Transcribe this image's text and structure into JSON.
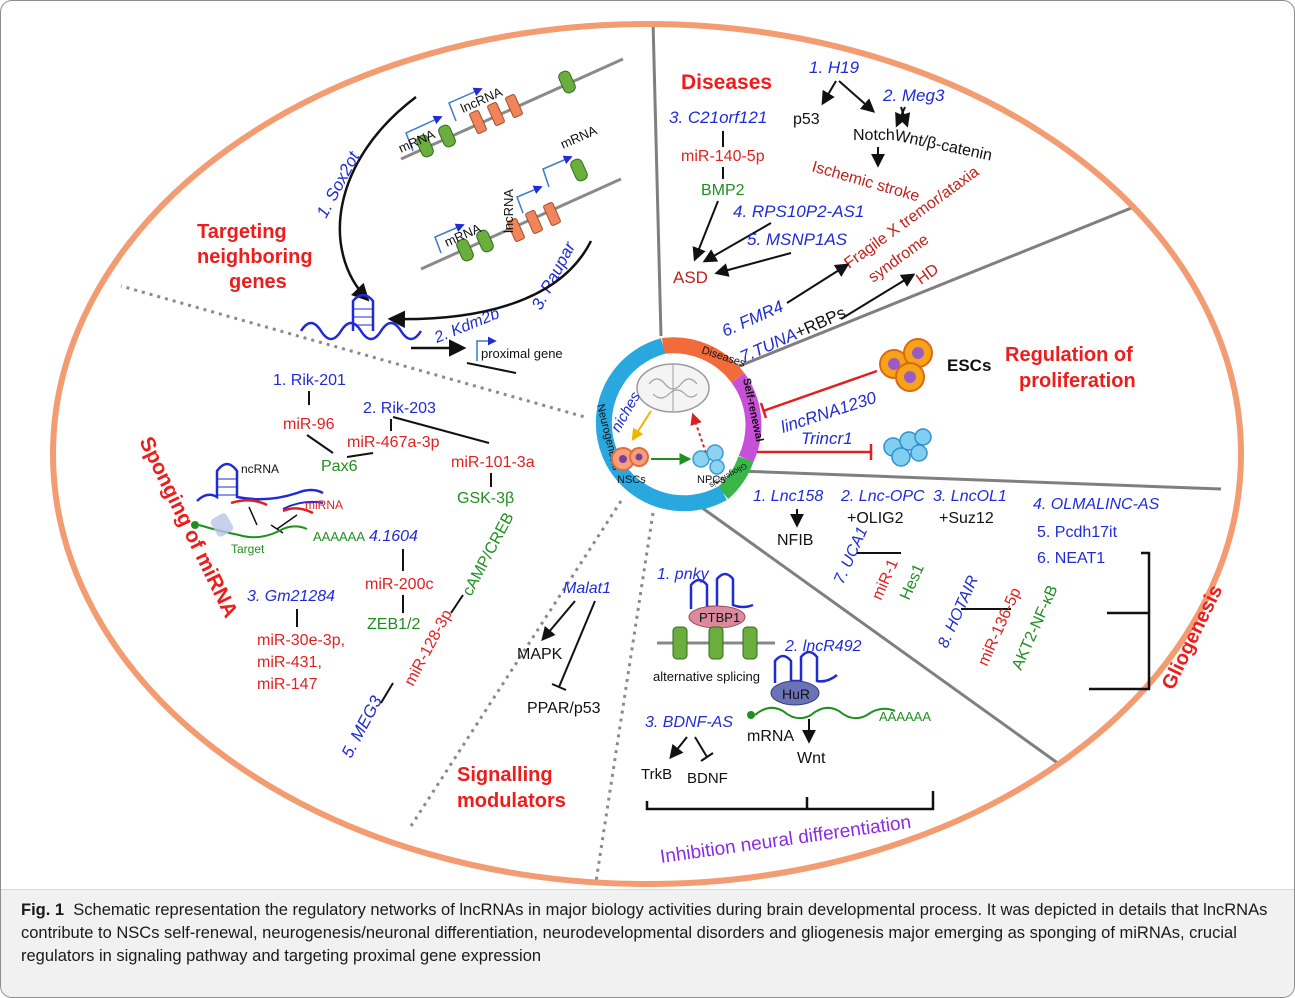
{
  "center": {
    "diseases": "Diseases",
    "self_renewal": "Self-renewal",
    "gliogenesis": "Gliogenesis",
    "neurogenesis": "Neurogenesis",
    "niches": "niches",
    "nscs": "NSCs",
    "npcs": "NPCs"
  },
  "targeting": {
    "heading": [
      "Targeting",
      "neighboring",
      "genes"
    ],
    "sox2ot": "1. Sox2ot",
    "kdm2b": "2. Kdm2b",
    "paupar": "3. Paupar",
    "mrna": "mRNA",
    "lncrna": "lncRNA",
    "proximal_gene": "proximal gene"
  },
  "diseases": {
    "heading": "Diseases",
    "h19": "1. H19",
    "meg3": "2. Meg3",
    "p53": "p53",
    "notch": "Notch",
    "wnt": "Wnt/β-catenin",
    "ischemic": "Ischemic stroke",
    "c21orf121": "3. C21orf121",
    "mir140": "miR-140-5p",
    "bmp2": "BMP2",
    "rps10p2": "4. RPS10P2-AS1",
    "msnp1as": "5. MSNP1AS",
    "asd": "ASD",
    "fragile": [
      "Fragile X tremor/ataxia",
      "syndrome"
    ],
    "hd": "HD",
    "fmr4": "6. FMR4",
    "tuna": "7.TUNA",
    "rbps": "+RBPs"
  },
  "proliferation": {
    "heading": [
      "Regulation of",
      "proliferation"
    ],
    "escs": "ESCs",
    "lincrna1230": "lincRNA1230",
    "trincr1": "Trincr1"
  },
  "sponging": {
    "heading": "Sponging of miRNA",
    "rik201": "1. Rik-201",
    "rik203": "2. Rik-203",
    "mir96": "miR-96",
    "mir467": "miR-467a-3p",
    "mir101": "miR-101-3a",
    "pax6": "Pax6",
    "gsk3b": "GSK-3β",
    "ncrna": "ncRNA",
    "mirna": "miRNA",
    "target": "Target",
    "polya": "AAAAAA",
    "n1604": "4.1604",
    "mir200c": "miR-200c",
    "zeb": "ZEB1/2",
    "gm21284": "3. Gm21284",
    "mir30": "miR-30e-3p,",
    "mir431": "miR-431,",
    "mir147": "miR-147",
    "meg3": "5. MEG3",
    "mir128": "miR-128-3p",
    "camp": "cAMP/CREB"
  },
  "signalling": {
    "heading": [
      "Signalling",
      "modulators"
    ],
    "malat1": "Malat1",
    "mapk": "MAPK",
    "ppar": "PPAR/p53"
  },
  "differentiation": {
    "heading": "Inhibition neural differentiation",
    "pnky": "1. pnky",
    "ptbp1": "PTBP1",
    "alt_splicing": "alternative splicing",
    "lncr492": "2. lncR492",
    "hur": "HuR",
    "mrna": "mRNA",
    "wnt": "Wnt",
    "polya": "AAAAAA",
    "bdnf_as": "3. BDNF-AS",
    "trkb": "TrkB",
    "bdnf": "BDNF"
  },
  "gliogenesis": {
    "heading": "Gliogenesis",
    "lnc158": "1. Lnc158",
    "nfib": "NFIB",
    "lncopc": "2. Lnc-OPC",
    "olig2": "+OLIG2",
    "lncol1": "3. LncOL1",
    "suz12": "+Suz12",
    "olmalinc": "4. OLMALINC-AS",
    "pcdh17it": "5. Pcdh17it",
    "neat1": "6. NEAT1",
    "uca1": "7. UCA1",
    "mir1": "miR-1",
    "hes1": "Hes1",
    "hotair": "8. HOTAIR",
    "mir136": "miR-136-5p",
    "akt2": "AKT2-NF-κB"
  },
  "caption": {
    "label": "Fig. 1",
    "text": "Schematic representation the regulatory networks of lncRNAs in major biology activities during brain developmental process. It was depicted in details that lncRNAs contribute to NSCs self-renewal, neurogenesis/neuronal differentiation, neurodevelopmental disorders and gliogenesis major emerging as sponging of miRNAs, crucial regulators in signaling pathway and targeting proximal gene expression"
  }
}
